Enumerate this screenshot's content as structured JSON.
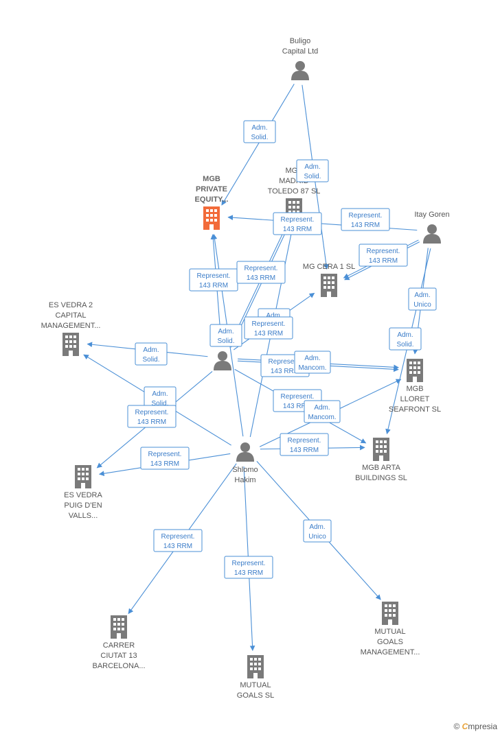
{
  "colors": {
    "edge": "#4a8fd6",
    "person": "#7a7a7a",
    "company": "#7a7a7a",
    "main_company": "#f26b3a"
  },
  "nodes": [
    {
      "id": "buligo",
      "kind": "person",
      "label": [
        "Buligo",
        "Capital Ltd"
      ]
    },
    {
      "id": "mgb_private",
      "kind": "company",
      "main": true,
      "label": [
        "MGB",
        "PRIVATE",
        "EQUITY..."
      ]
    },
    {
      "id": "mgb_madrid",
      "kind": "company",
      "label": [
        "MGB",
        "MADRID",
        "TOLEDO 87  SL"
      ]
    },
    {
      "id": "itay",
      "kind": "person",
      "label": [
        "Itay Goren"
      ]
    },
    {
      "id": "mg_cera",
      "kind": "company",
      "label": [
        "MG CERA 1  SL"
      ]
    },
    {
      "id": "es_vedra2",
      "kind": "company",
      "label": [
        "ES VEDRA 2",
        "CAPITAL",
        "MANAGEMENT..."
      ]
    },
    {
      "id": "person_mid",
      "kind": "person",
      "label": []
    },
    {
      "id": "mgb_lloret",
      "kind": "company",
      "label": [
        "MGB",
        "LLORET",
        "SEAFRONT  SL"
      ]
    },
    {
      "id": "mgb_arta",
      "kind": "company",
      "label": [
        "MGB ARTA",
        "BUILDINGS  SL"
      ]
    },
    {
      "id": "shlomo",
      "kind": "person",
      "label": [
        "Shlomo",
        "Hakim"
      ]
    },
    {
      "id": "es_vedra_puig",
      "kind": "company",
      "label": [
        "ES VEDRA",
        "PUIG D'EN",
        "VALLS..."
      ]
    },
    {
      "id": "carrer",
      "kind": "company",
      "label": [
        "CARRER",
        "CIUTAT 13",
        "BARCELONA..."
      ]
    },
    {
      "id": "mutual_goals",
      "kind": "company",
      "label": [
        "MUTUAL",
        "GOALS  SL"
      ]
    },
    {
      "id": "mutual_goals_mgmt",
      "kind": "company",
      "label": [
        "MUTUAL",
        "GOALS",
        "MANAGEMENT..."
      ]
    }
  ],
  "edges": [
    {
      "from": "buligo",
      "to": "mgb_private",
      "label": [
        "Adm.",
        "Solid."
      ]
    },
    {
      "from": "buligo",
      "to": "mg_cera",
      "label": [
        "Adm.",
        "Solid."
      ]
    },
    {
      "from": "itay",
      "to": "mgb_private",
      "label": [
        "Represent.",
        "143 RRM"
      ]
    },
    {
      "from": "itay",
      "to": "mg_cera",
      "label": [
        "Represent.",
        "143 RRM"
      ]
    },
    {
      "from": "itay",
      "to": "mg_cera",
      "label": [
        "Represent.",
        "143 RRM"
      ]
    },
    {
      "from": "itay",
      "to": "mgb_lloret",
      "label": [
        "Represent.",
        "143 RRM"
      ]
    },
    {
      "from": "itay",
      "to": "mgb_arta",
      "label": [
        "Represent.",
        "143 RRM"
      ]
    },
    {
      "from": "person_mid",
      "to": "mgb_private",
      "label": [
        "Adm.",
        "Solid."
      ]
    },
    {
      "from": "person_mid",
      "to": "mgb_madrid",
      "label": [
        "Adm.",
        "Solid."
      ]
    },
    {
      "from": "person_mid",
      "to": "mg_cera",
      "label": [
        "Adm.",
        "Solid."
      ]
    },
    {
      "from": "person_mid",
      "to": "mgb_madrid",
      "label": [
        "Represent.",
        "143 RRM"
      ]
    },
    {
      "from": "person_mid",
      "to": "es_vedra2",
      "label": [
        "Adm.",
        "Mancom."
      ]
    },
    {
      "from": "person_mid",
      "to": "mgb_lloret",
      "label": [
        "Represent.",
        "143 RRM"
      ]
    },
    {
      "from": "person_mid",
      "to": "mgb_lloret",
      "label": [
        "Adm.",
        "Solid."
      ]
    },
    {
      "from": "person_mid",
      "to": "mgb_arta",
      "label": [
        "Adm.",
        "Solid."
      ]
    },
    {
      "from": "person_mid",
      "to": "es_vedra_puig",
      "label": [
        "Represent.",
        "143 RRM"
      ]
    },
    {
      "from": "shlomo",
      "to": "mgb_private",
      "label": [
        "Represent.",
        "143 RRM"
      ]
    },
    {
      "from": "shlomo",
      "to": "mgb_madrid",
      "label": [
        "Represent.",
        "143 RRM"
      ]
    },
    {
      "from": "shlomo",
      "to": "es_vedra2",
      "label": [
        "Adm.",
        "Mancom."
      ]
    },
    {
      "from": "shlomo",
      "to": "es_vedra_puig",
      "label": [
        "Represent.",
        "143 RRM"
      ]
    },
    {
      "from": "shlomo",
      "to": "mgb_lloret",
      "label": [
        "Represent.",
        "143 RRM"
      ]
    },
    {
      "from": "shlomo",
      "to": "mgb_arta",
      "label": [
        "Represent.",
        "143 RRM"
      ]
    },
    {
      "from": "shlomo",
      "to": "carrer",
      "label": [
        "Adm.",
        "Unico"
      ]
    },
    {
      "from": "shlomo",
      "to": "mutual_goals",
      "label": [
        "Adm.",
        "Unico"
      ]
    },
    {
      "from": "shlomo",
      "to": "mutual_goals_mgmt",
      "label": [
        "Adm.",
        "Solid."
      ]
    }
  ],
  "footer": {
    "copyright": "©",
    "brand_initial": "C",
    "brand_rest": "mpresia"
  }
}
